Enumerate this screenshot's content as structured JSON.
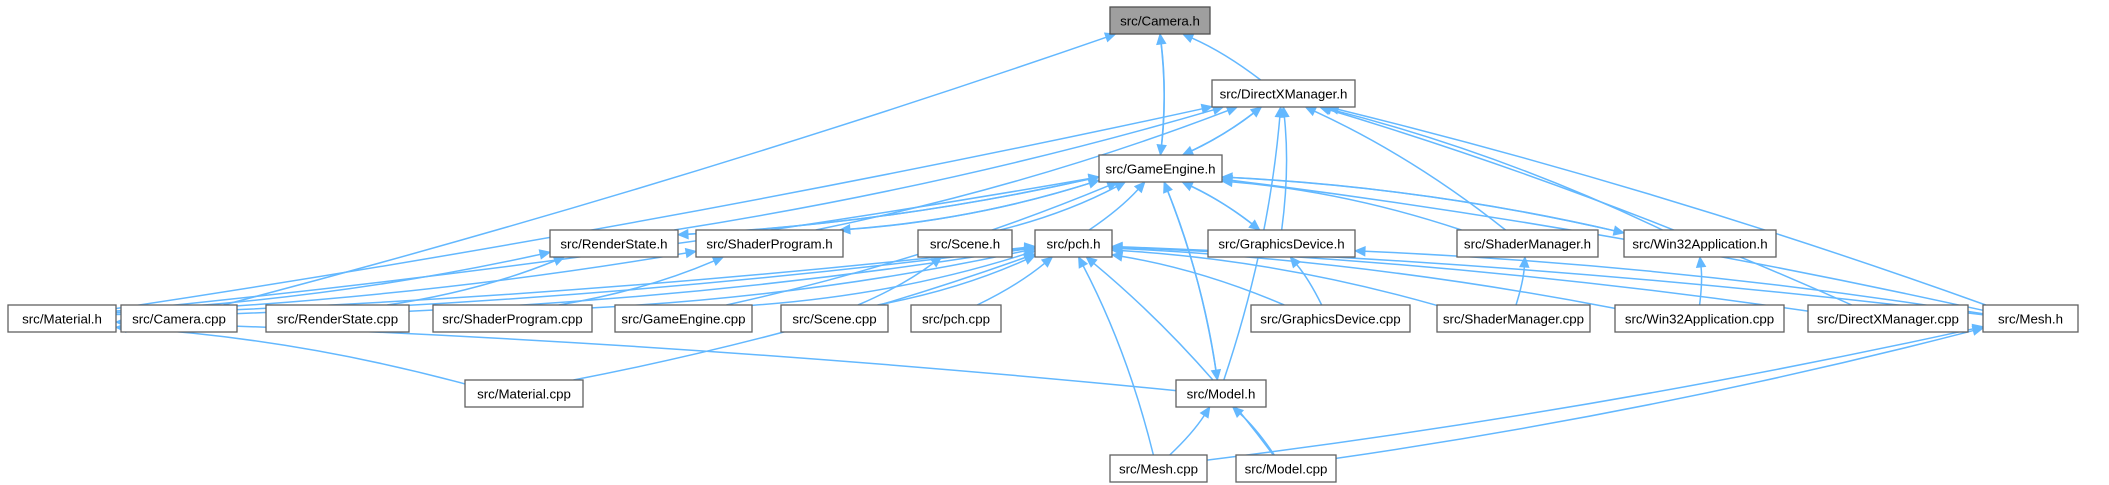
{
  "graph": {
    "nodes": [
      {
        "id": "camera_h",
        "label": "src/Camera.h",
        "highlighted": true
      },
      {
        "id": "directx_h",
        "label": "src/DirectXManager.h"
      },
      {
        "id": "gameengine_h",
        "label": "src/GameEngine.h"
      },
      {
        "id": "renderstate_h",
        "label": "src/RenderState.h"
      },
      {
        "id": "shaderprogram_h",
        "label": "src/ShaderProgram.h"
      },
      {
        "id": "scene_h",
        "label": "src/Scene.h"
      },
      {
        "id": "pch_h",
        "label": "src/pch.h"
      },
      {
        "id": "graphicsdevice_h",
        "label": "src/GraphicsDevice.h"
      },
      {
        "id": "shadermanager_h",
        "label": "src/ShaderManager.h"
      },
      {
        "id": "win32app_h",
        "label": "src/Win32Application.h"
      },
      {
        "id": "material_h",
        "label": "src/Material.h"
      },
      {
        "id": "camera_cpp",
        "label": "src/Camera.cpp"
      },
      {
        "id": "renderstate_cpp",
        "label": "src/RenderState.cpp"
      },
      {
        "id": "shaderprogram_cpp",
        "label": "src/ShaderProgram.cpp"
      },
      {
        "id": "gameengine_cpp",
        "label": "src/GameEngine.cpp"
      },
      {
        "id": "scene_cpp",
        "label": "src/Scene.cpp"
      },
      {
        "id": "pch_cpp",
        "label": "src/pch.cpp"
      },
      {
        "id": "graphicsdevice_cpp",
        "label": "src/GraphicsDevice.cpp"
      },
      {
        "id": "shadermanager_cpp",
        "label": "src/ShaderManager.cpp"
      },
      {
        "id": "win32app_cpp",
        "label": "src/Win32Application.cpp"
      },
      {
        "id": "directx_cpp",
        "label": "src/DirectXManager.cpp"
      },
      {
        "id": "mesh_h",
        "label": "src/Mesh.h"
      },
      {
        "id": "material_cpp",
        "label": "src/Material.cpp"
      },
      {
        "id": "model_h",
        "label": "src/Model.h"
      },
      {
        "id": "mesh_cpp",
        "label": "src/Mesh.cpp"
      },
      {
        "id": "model_cpp",
        "label": "src/Model.cpp"
      }
    ],
    "edges": [
      [
        "directx_h",
        "camera_h"
      ],
      [
        "gameengine_h",
        "camera_h"
      ],
      [
        "camera_cpp",
        "camera_h"
      ],
      [
        "gameengine_h",
        "directx_h"
      ],
      [
        "renderstate_h",
        "directx_h"
      ],
      [
        "shaderprogram_h",
        "directx_h"
      ],
      [
        "graphicsdevice_h",
        "directx_h"
      ],
      [
        "shadermanager_h",
        "directx_h"
      ],
      [
        "win32app_h",
        "directx_h"
      ],
      [
        "material_h",
        "directx_h"
      ],
      [
        "directx_cpp",
        "directx_h"
      ],
      [
        "mesh_h",
        "directx_h"
      ],
      [
        "model_h",
        "directx_h"
      ],
      [
        "camera_h",
        "gameengine_h"
      ],
      [
        "directx_h",
        "gameengine_h"
      ],
      [
        "renderstate_h",
        "gameengine_h"
      ],
      [
        "shaderprogram_h",
        "gameengine_h"
      ],
      [
        "scene_h",
        "gameengine_h"
      ],
      [
        "pch_h",
        "gameengine_h"
      ],
      [
        "graphicsdevice_h",
        "gameengine_h"
      ],
      [
        "shadermanager_h",
        "gameengine_h"
      ],
      [
        "win32app_h",
        "gameengine_h"
      ],
      [
        "material_h",
        "gameengine_h"
      ],
      [
        "gameengine_cpp",
        "gameengine_h"
      ],
      [
        "mesh_h",
        "gameengine_h"
      ],
      [
        "model_h",
        "gameengine_h"
      ],
      [
        "gameengine_h",
        "renderstate_h"
      ],
      [
        "material_h",
        "renderstate_h"
      ],
      [
        "renderstate_cpp",
        "renderstate_h"
      ],
      [
        "gameengine_h",
        "shaderprogram_h"
      ],
      [
        "material_h",
        "shaderprogram_h"
      ],
      [
        "shaderprogram_cpp",
        "shaderprogram_h"
      ],
      [
        "scene_cpp",
        "scene_h"
      ],
      [
        "camera_cpp",
        "pch_h"
      ],
      [
        "material_h",
        "pch_h"
      ],
      [
        "renderstate_cpp",
        "pch_h"
      ],
      [
        "shaderprogram_cpp",
        "pch_h"
      ],
      [
        "gameengine_cpp",
        "pch_h"
      ],
      [
        "scene_cpp",
        "pch_h"
      ],
      [
        "pch_cpp",
        "pch_h"
      ],
      [
        "graphicsdevice_cpp",
        "pch_h"
      ],
      [
        "shadermanager_cpp",
        "pch_h"
      ],
      [
        "win32app_cpp",
        "pch_h"
      ],
      [
        "directx_cpp",
        "pch_h"
      ],
      [
        "mesh_h",
        "pch_h"
      ],
      [
        "material_cpp",
        "pch_h"
      ],
      [
        "mesh_cpp",
        "pch_h"
      ],
      [
        "model_cpp",
        "pch_h"
      ],
      [
        "gameengine_h",
        "graphicsdevice_h"
      ],
      [
        "graphicsdevice_cpp",
        "graphicsdevice_h"
      ],
      [
        "mesh_h",
        "graphicsdevice_h"
      ],
      [
        "shadermanager_cpp",
        "shadermanager_h"
      ],
      [
        "gameengine_h",
        "win32app_h"
      ],
      [
        "win32app_cpp",
        "win32app_h"
      ],
      [
        "material_cpp",
        "material_h"
      ],
      [
        "model_h",
        "material_h"
      ],
      [
        "mesh_cpp",
        "mesh_h"
      ],
      [
        "model_cpp",
        "mesh_h"
      ],
      [
        "gameengine_h",
        "model_h"
      ],
      [
        "mesh_cpp",
        "model_h"
      ],
      [
        "model_cpp",
        "model_h"
      ]
    ]
  }
}
